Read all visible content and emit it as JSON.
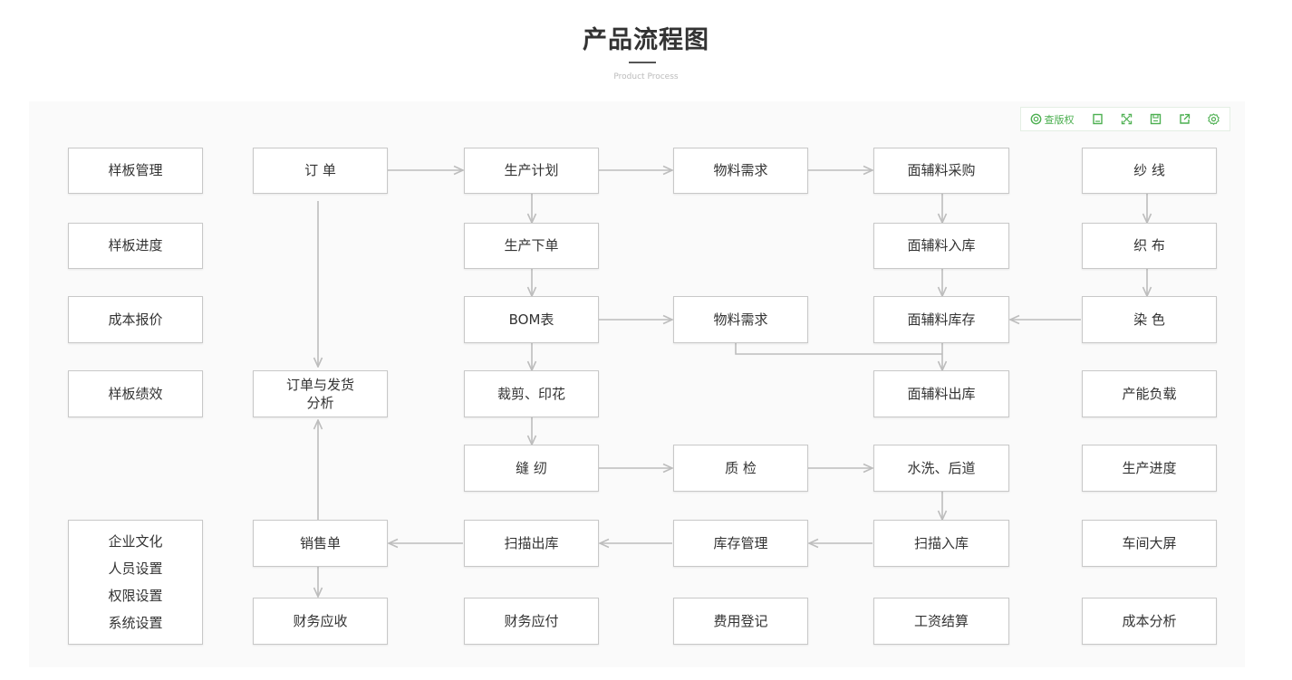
{
  "title": "产品流程图",
  "subtitle": "Product Process",
  "toolbar": {
    "search_label": "查版权",
    "icons": [
      "search-icon",
      "document-icon",
      "fullscreen-icon",
      "save-icon",
      "share-icon",
      "settings-icon"
    ]
  },
  "nodes": {
    "yangban_guanli": "样板管理",
    "yangban_jindu": "样板进度",
    "chengben_baojia": "成本报价",
    "yangban_jixiao": "样板绩效",
    "system_menu": [
      "企业文化",
      "人员设置",
      "权限设置",
      "系统设置"
    ],
    "dingdan": "订 单",
    "dingdan_fahuo": "订单与发货\n分析",
    "xiaoshoudan": "销售单",
    "caiwu_yingshou": "财务应收",
    "shengchan_jihua": "生产计划",
    "shengchan_xiadan": "生产下单",
    "bom": "BOM表",
    "caijian_yinhua": "裁剪、印花",
    "fengren": "缝 纫",
    "saomiao_chuku": "扫描出库",
    "caiwu_yingfu": "财务应付",
    "wuliao_xuqiu_1": "物料需求",
    "wuliao_xuqiu_2": "物料需求",
    "zhijian": "质 检",
    "kucun_guanli": "库存管理",
    "feiyong_dengji": "费用登记",
    "mianfuliao_caigou": "面辅料采购",
    "mianfuliao_ruku": "面辅料入库",
    "mianfuliao_kucun": "面辅料库存",
    "mianfuliao_chuku": "面辅料出库",
    "shuixi_houdao": "水洗、后道",
    "saomiao_ruku": "扫描入库",
    "gongzi_jiesuan": "工资结算",
    "shaxian": "纱 线",
    "zhibu": "织 布",
    "ranse": "染 色",
    "channeng_fuzai": "产能负载",
    "shengchan_jindu": "生产进度",
    "chejian_daping": "车间大屏",
    "chengben_fenxi": "成本分析"
  },
  "colors": {
    "accent": "#4caf50",
    "arrow": "#bdbdbd",
    "node_border": "#c8c8c8"
  }
}
